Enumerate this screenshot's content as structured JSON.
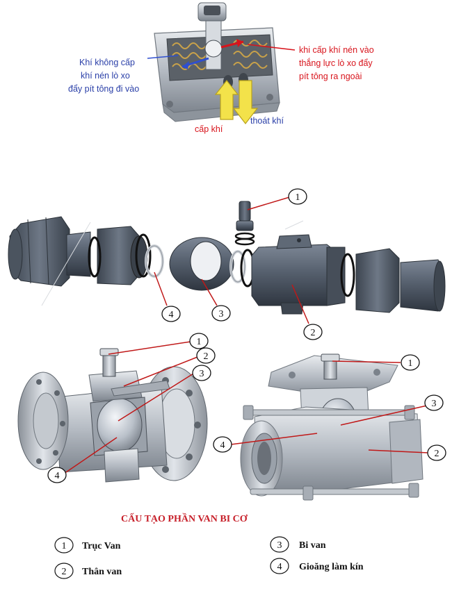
{
  "actuator": {
    "left_note": [
      "Khí không cấp",
      "khí nén lò xo",
      "đẩy pít tông đi vào"
    ],
    "right_note": [
      "khi cấp khí nén vào",
      "thắng lực lò xo đẩy",
      "pít tông ra ngoài"
    ],
    "supply_label": "cấp khí",
    "exhaust_label": "thoát khí"
  },
  "callouts": {
    "n1": "1",
    "n2": "2",
    "n3": "3",
    "n4": "4"
  },
  "legend": {
    "title": "CẤU TẠO PHẦN VAN BI CƠ",
    "items": [
      {
        "number": "1",
        "label": "Trục Van"
      },
      {
        "number": "2",
        "label": "Thân van"
      },
      {
        "number": "3",
        "label": "Bi van"
      },
      {
        "number": "4",
        "label": "Gioăng làm kín"
      }
    ]
  },
  "colors": {
    "blue_text": "#2a3fa8",
    "red_text": "#d8141c",
    "title_red": "#c7202a",
    "pvc_gray": "#4f5a68",
    "steel": "#b9bec6",
    "arrow_yellow": "#f3e24a"
  }
}
